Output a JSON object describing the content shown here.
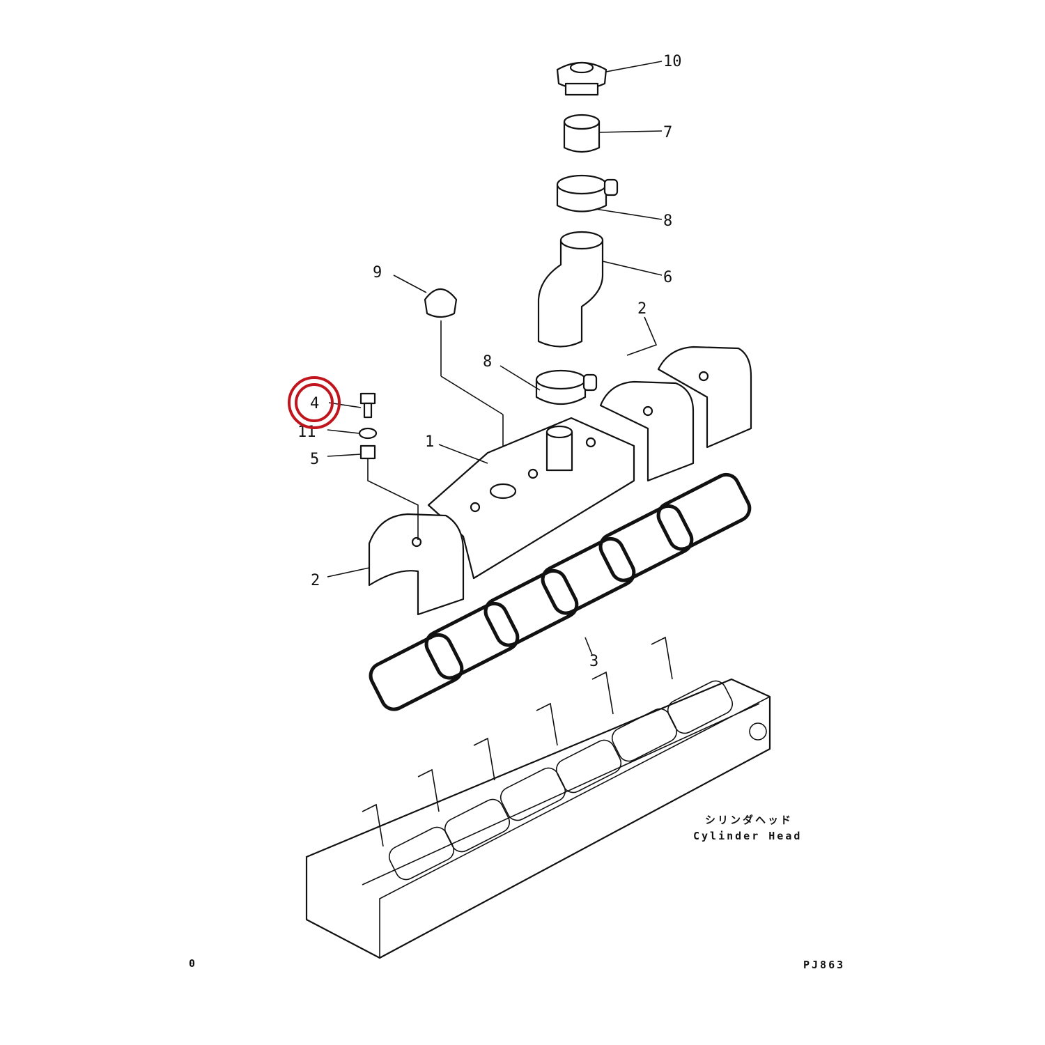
{
  "callouts": {
    "filler_cap": "10",
    "sleeve": "7",
    "clamp_upper": "8",
    "hose": "6",
    "plug": "9",
    "cover_right": "2",
    "clamp_lower": "8",
    "bolt": "4",
    "washer": "11",
    "head_cover": "1",
    "nut": "5",
    "cover_left": "2",
    "gasket": "3"
  },
  "highlight": {
    "target": "4",
    "color": "#c0151c"
  },
  "caption": {
    "japanese": "シリンダヘッド",
    "english": "Cylinder Head"
  },
  "figure_code": "PJ863",
  "corner_mark": "0"
}
